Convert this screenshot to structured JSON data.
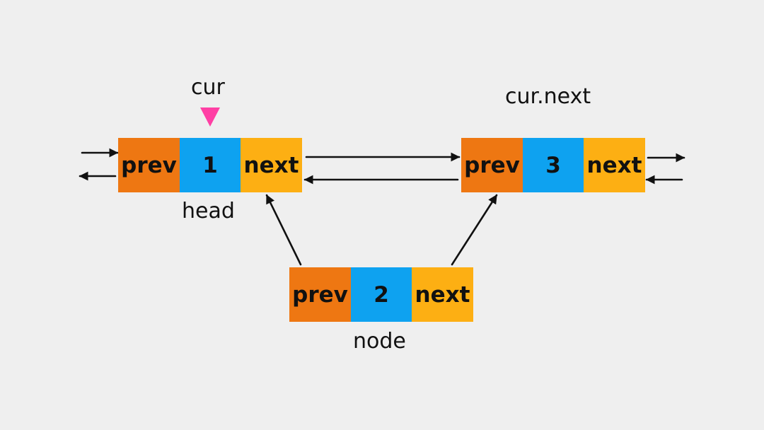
{
  "colors": {
    "prev": "#ee7712",
    "value": "#0ea2f0",
    "next": "#fdaf13",
    "pointer": "#ff3fa4",
    "background": "#efefef"
  },
  "nodes": {
    "head": {
      "prev": "prev",
      "value": "1",
      "next": "next",
      "caption": "head"
    },
    "cur_next": {
      "prev": "prev",
      "value": "3",
      "next": "next",
      "caption": "cur.next"
    },
    "node": {
      "prev": "prev",
      "value": "2",
      "next": "next",
      "caption": "node"
    }
  },
  "pointer": {
    "label": "cur",
    "icon": "triangle-down-icon"
  }
}
